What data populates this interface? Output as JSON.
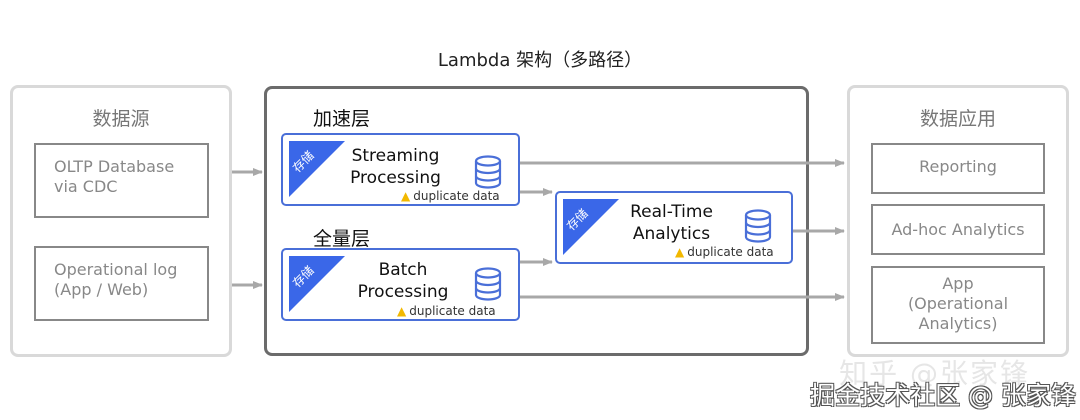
{
  "title": "Lambda 架构（多路径）",
  "sources": {
    "title": "数据源",
    "items": [
      {
        "line1": "OLTP Database",
        "line2": "via CDC"
      },
      {
        "line1": "Operational log",
        "line2": "(App / Web)"
      }
    ]
  },
  "lambda": {
    "speed_layer": {
      "title": "加速层",
      "tag": "存储",
      "name_line1": "Streaming",
      "name_line2": "Processing",
      "note": "duplicate data",
      "icon": "database-icon"
    },
    "batch_layer": {
      "title": "全量层",
      "tag": "存储",
      "name_line1": "Batch",
      "name_line2": "Processing",
      "note": "duplicate data",
      "icon": "database-icon"
    },
    "serving": {
      "tag": "存储",
      "name_line1": "Real-Time",
      "name_line2": "Analytics",
      "note": "duplicate data",
      "icon": "database-icon"
    }
  },
  "applications": {
    "title": "数据应用",
    "items": [
      {
        "line1": "Reporting"
      },
      {
        "line1": "Ad-hoc Analytics"
      },
      {
        "line1": "App",
        "line2": "(Operational",
        "line3": "Analytics)"
      }
    ]
  },
  "watermarks": {
    "zhihu": "知乎 @张家锋",
    "juejin": "掘金技术社区 @ 张家锋"
  },
  "colors": {
    "accent_blue": "#3a67e8",
    "border_blue": "#4a6fd8",
    "arrow_gray": "#a8a8a8",
    "warning_yellow": "#f2b800"
  }
}
